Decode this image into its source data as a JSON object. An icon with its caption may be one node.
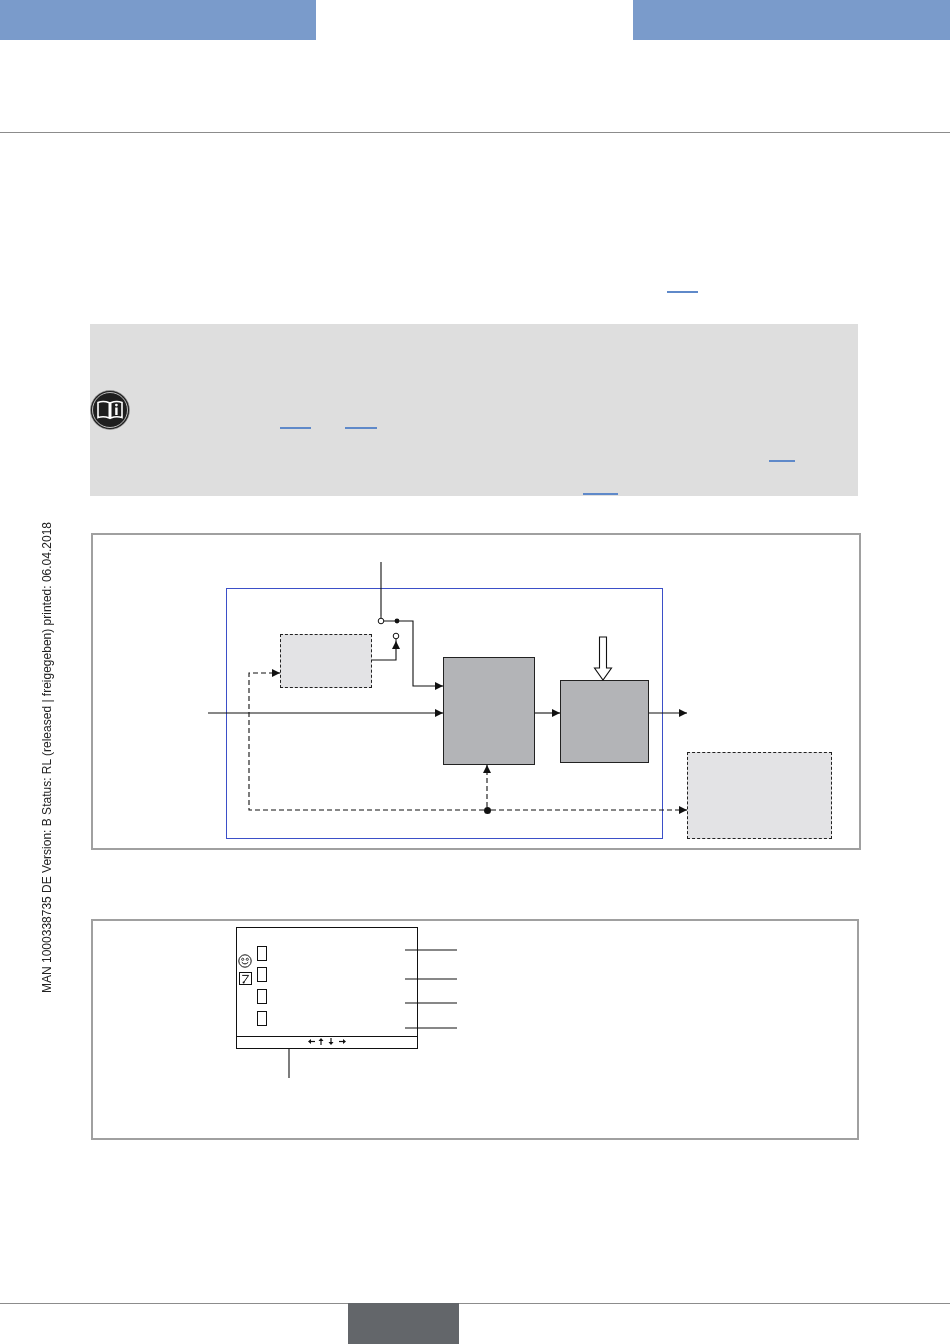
{
  "diagram": {
    "nodes": [
      {
        "text": [],
        "shape": "box"
      },
      {
        "text": [],
        "shape": "switch",
        "in": 0
      },
      {
        "text": [],
        "shape": "box",
        "in": 0
      },
      {
        "text": [],
        "shape": "box",
        "in": 0
      },
      {
        "text": [],
        "shape": "box",
        "in": 0
      },
      {
        "text": [],
        "shape": "dot",
        "in": 0
      },
      {
        "text": [],
        "shape": "box"
      },
      {
        "text": [],
        "shape": "screen"
      },
      {
        "text": [],
        "shape": "bar",
        "in": 7
      }
    ],
    "edges": [
      {
        "from": null,
        "to": 1,
        "arrow": "none"
      },
      {
        "from": 2,
        "to": 1,
        "arrow": "to"
      },
      {
        "from": 1,
        "to": 3,
        "arrow": "to"
      },
      {
        "from": null,
        "to": 3,
        "arrow": "to"
      },
      {
        "from": 3,
        "to": 4,
        "arrow": "to"
      },
      {
        "from": 4,
        "to": null,
        "arrow": "to"
      },
      {
        "from": null,
        "to": 4,
        "arrow": "to",
        "style": "thick"
      },
      {
        "from": 5,
        "to": 2,
        "arrow": "to",
        "style": "dashed"
      },
      {
        "from": 5,
        "to": 3,
        "arrow": "to",
        "style": "dashed"
      },
      {
        "from": 5,
        "to": 6,
        "arrow": "to",
        "style": "dashed"
      },
      {
        "from": null,
        "to": 7,
        "arrow": "none"
      },
      {
        "from": null,
        "to": 7,
        "arrow": "none"
      },
      {
        "from": null,
        "to": 7,
        "arrow": "none"
      },
      {
        "from": null,
        "to": 7,
        "arrow": "none"
      },
      {
        "from": null,
        "to": 8,
        "arrow": "none"
      }
    ],
    "labels": [
      "MAN 1000338735 DE Version: B Status: RL (released | freigegeben) printed: 06.04.2018"
    ]
  }
}
